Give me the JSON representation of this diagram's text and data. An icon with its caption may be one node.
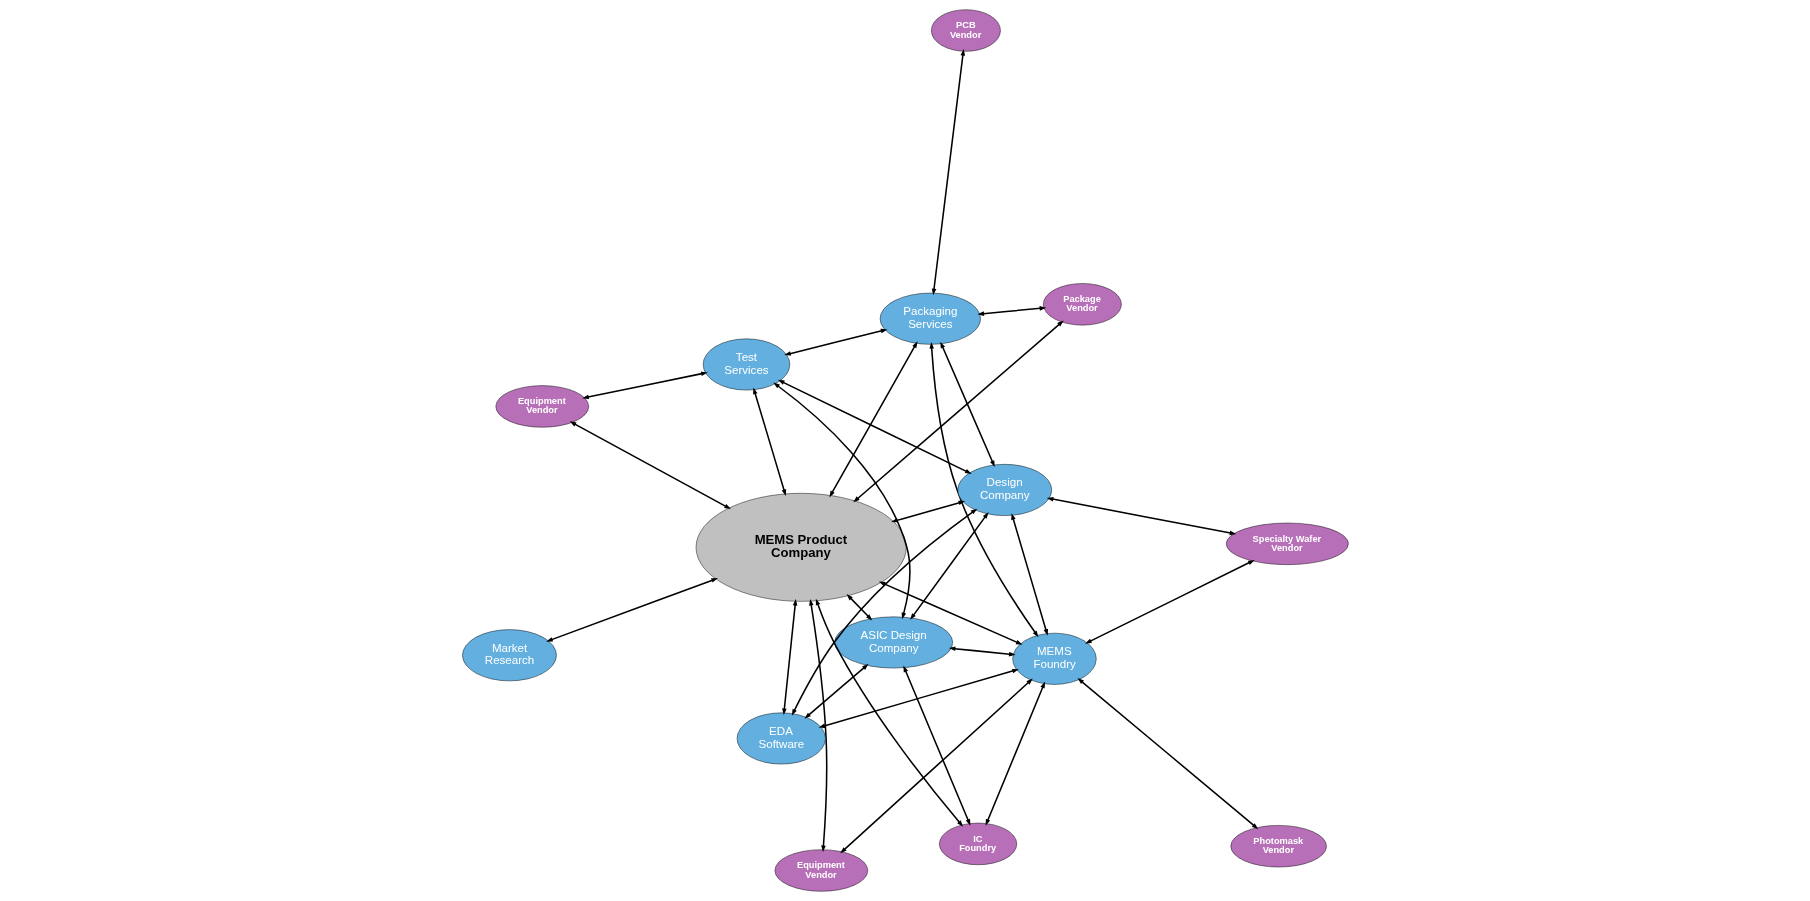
{
  "diagram": {
    "nodes": [
      {
        "text": [
          "Market Research"
        ]
      },
      {
        "text": [
          "Photomask Vendor"
        ]
      },
      {
        "text": [
          "PCB Vendor"
        ]
      },
      {
        "text": [
          "Equipment Vendor"
        ]
      },
      {
        "text": [
          "MEMS Foundry"
        ]
      },
      {
        "text": [
          "Packaging Services"
        ]
      },
      {
        "text": [
          "Package Vendor"
        ]
      },
      {
        "text": [
          "MEMS Product Company"
        ]
      },
      {
        "text": [
          "Specialty Wafer Vendor"
        ]
      },
      {
        "text": [
          "Test Services"
        ]
      },
      {
        "text": [
          "Design Company"
        ]
      },
      {
        "text": [
          "Equipment Vendor"
        ]
      },
      {
        "text": [
          "EDA Software"
        ]
      },
      {
        "text": [
          "ASIC Design Company"
        ]
      },
      {
        "text": [
          "IC Foundry"
        ]
      }
    ],
    "edges": [
      {
        "from": 0,
        "to": 7,
        "arrow": "both"
      },
      {
        "from": 1,
        "to": 4,
        "arrow": "both"
      },
      {
        "from": 2,
        "to": 5,
        "arrow": "both"
      },
      {
        "from": 3,
        "to": 4,
        "arrow": "both"
      },
      {
        "from": 3,
        "to": 7,
        "arrow": "both"
      },
      {
        "from": 4,
        "to": 5,
        "arrow": "both"
      },
      {
        "from": 4,
        "to": 7,
        "arrow": "both"
      },
      {
        "from": 5,
        "to": 6,
        "arrow": "both"
      },
      {
        "from": 5,
        "to": 7,
        "arrow": "both"
      },
      {
        "from": 5,
        "to": 10,
        "arrow": "both"
      },
      {
        "from": 6,
        "to": 7,
        "arrow": "both"
      },
      {
        "from": 5,
        "to": 9,
        "arrow": "both"
      },
      {
        "from": 8,
        "to": 4,
        "arrow": "both"
      },
      {
        "from": 8,
        "to": 10,
        "arrow": "both"
      },
      {
        "from": 4,
        "to": 10,
        "arrow": "both"
      },
      {
        "from": 4,
        "to": 12,
        "arrow": "both"
      },
      {
        "from": 4,
        "to": 13,
        "arrow": "both"
      },
      {
        "from": 4,
        "to": 14,
        "arrow": "both"
      },
      {
        "from": 7,
        "to": 11,
        "arrow": "both"
      },
      {
        "from": 7,
        "to": 9,
        "arrow": "both"
      },
      {
        "from": 9,
        "to": 11,
        "arrow": "both"
      },
      {
        "from": 10,
        "to": 9,
        "arrow": "both"
      },
      {
        "from": 9,
        "to": 13,
        "arrow": "both"
      },
      {
        "from": 7,
        "to": 10,
        "arrow": "both"
      },
      {
        "from": 10,
        "to": 13,
        "arrow": "both"
      },
      {
        "from": 10,
        "to": 12,
        "arrow": "both"
      },
      {
        "from": 7,
        "to": 12,
        "arrow": "both"
      },
      {
        "from": 7,
        "to": 13,
        "arrow": "both"
      },
      {
        "from": 12,
        "to": 13,
        "arrow": "both"
      },
      {
        "from": 13,
        "to": 14,
        "arrow": "both"
      },
      {
        "from": 7,
        "to": 14,
        "arrow": "both"
      }
    ]
  }
}
